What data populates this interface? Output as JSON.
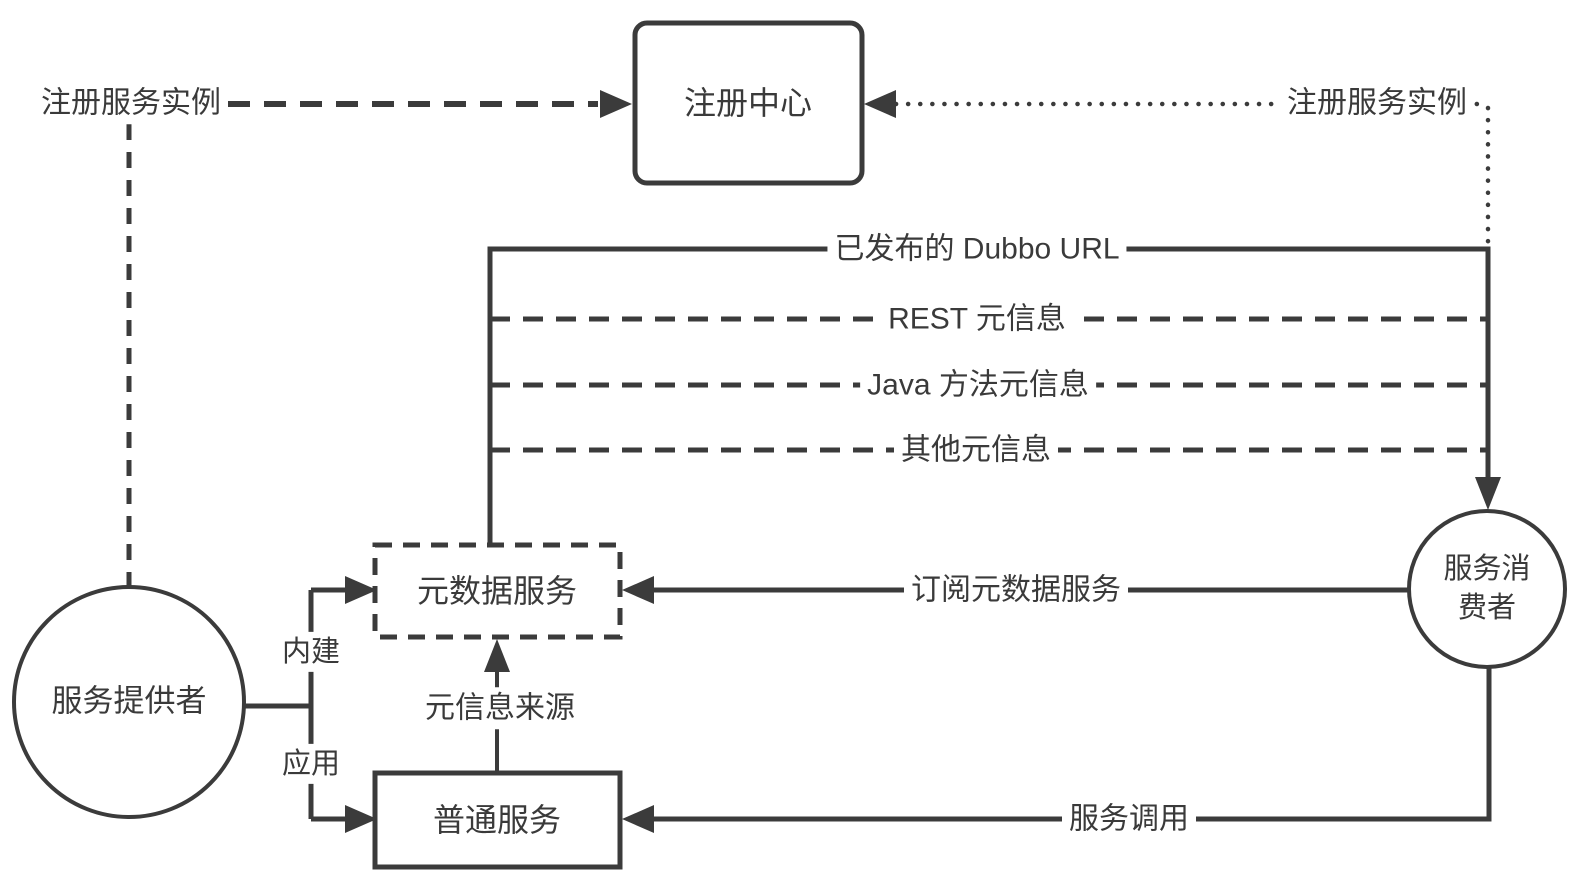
{
  "diagram": {
    "colors": {
      "line": "#3b3b3b",
      "text": "#3a3a3a",
      "background": "#ffffff"
    },
    "nodes": {
      "registry": {
        "label": "注册中心",
        "shape": "rounded-rect",
        "border": "solid"
      },
      "metadata_service": {
        "label": "元数据服务",
        "shape": "rect",
        "border": "dashed"
      },
      "normal_service": {
        "label": "普通服务",
        "shape": "rect",
        "border": "solid"
      },
      "provider": {
        "label": "服务提供者",
        "shape": "circle",
        "border": "solid"
      },
      "consumer": {
        "label": "服务消费者",
        "line1": "服务消",
        "line2": "费者",
        "shape": "circle",
        "border": "solid"
      }
    },
    "edges": {
      "provider_register": {
        "label": "注册服务实例",
        "from": "provider",
        "to": "registry",
        "style": "dashed"
      },
      "consumer_register": {
        "label": "注册服务实例",
        "from": "consumer",
        "to": "registry",
        "style": "dotted"
      },
      "published_dubbo_url": {
        "label": "已发布的 Dubbo URL",
        "from": "metadata_service",
        "to": "consumer",
        "style": "solid"
      },
      "rest_metadata": {
        "label": "REST 元信息",
        "from": "metadata_service",
        "to": "consumer",
        "style": "dashed"
      },
      "java_method_metadata": {
        "label": "Java 方法元信息",
        "from": "metadata_service",
        "to": "consumer",
        "style": "dashed"
      },
      "other_metadata": {
        "label": "其他元信息",
        "from": "metadata_service",
        "to": "consumer",
        "style": "dashed"
      },
      "builtin": {
        "label": "内建",
        "from": "provider",
        "to": "metadata_service",
        "style": "solid"
      },
      "application": {
        "label": "应用",
        "from": "provider",
        "to": "normal_service",
        "style": "solid"
      },
      "metadata_source": {
        "label": "元信息来源",
        "from": "normal_service",
        "to": "metadata_service",
        "style": "solid"
      },
      "subscribe_metadata": {
        "label": "订阅元数据服务",
        "from": "consumer",
        "to": "metadata_service",
        "style": "solid"
      },
      "service_invoke": {
        "label": "服务调用",
        "from": "consumer",
        "to": "normal_service",
        "style": "solid"
      }
    }
  }
}
